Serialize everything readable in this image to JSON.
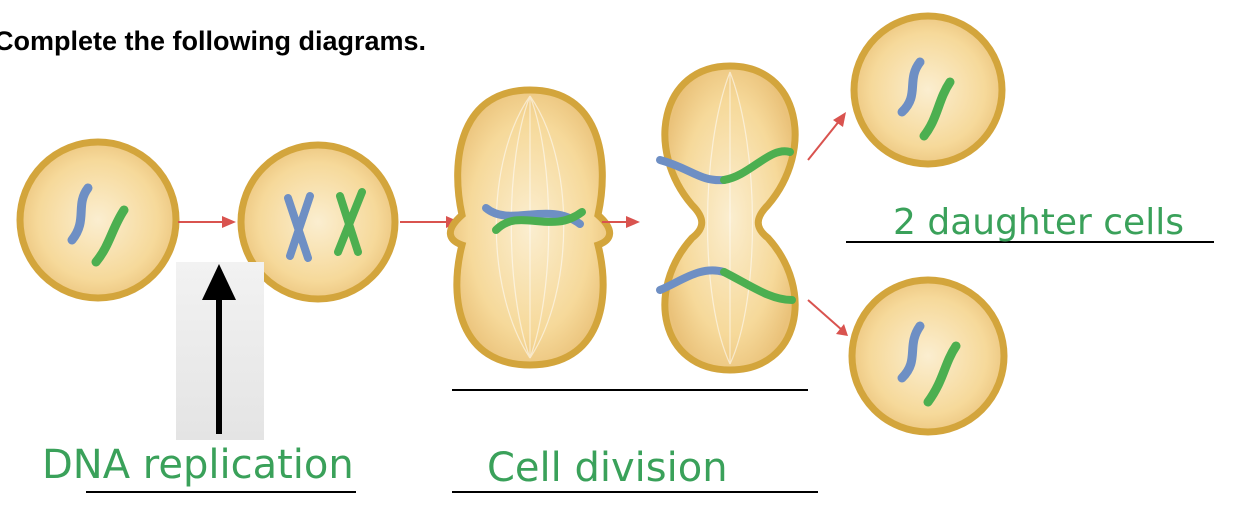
{
  "title": "Complete the following diagrams.",
  "labels": {
    "dna_replication": "DNA replication",
    "cell_division": "Cell division",
    "daughter_cells": "2 daughter cells"
  },
  "colors": {
    "label_green": "#3aa15a",
    "cell_fill": "#f6d99a",
    "cell_border": "#d3a53c",
    "chromosome_blue": "#6e8fc4",
    "chromosome_green": "#4caf50",
    "process_arrow": "#d9534f",
    "pointer_arrow": "#000000",
    "blank_line": "#000000"
  }
}
